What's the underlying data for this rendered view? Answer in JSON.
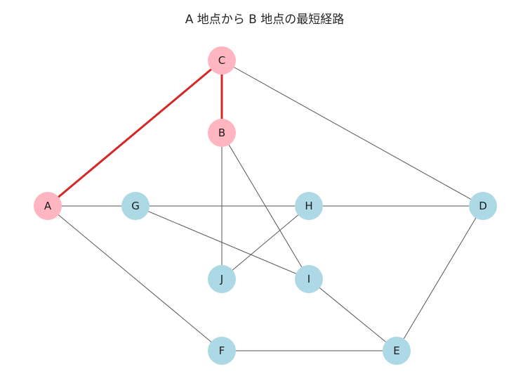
{
  "title": "A 地点から B 地点の最短経路",
  "colors": {
    "path_node": "#ffb6c1",
    "default_node": "#add8e6",
    "path_edge": "#d62728",
    "default_edge": "#555555"
  },
  "graph": {
    "nodes": [
      {
        "id": "A",
        "label": "A",
        "on_path": true
      },
      {
        "id": "B",
        "label": "B",
        "on_path": true
      },
      {
        "id": "C",
        "label": "C",
        "on_path": true
      },
      {
        "id": "D",
        "label": "D",
        "on_path": false
      },
      {
        "id": "E",
        "label": "E",
        "on_path": false
      },
      {
        "id": "F",
        "label": "F",
        "on_path": false
      },
      {
        "id": "G",
        "label": "G",
        "on_path": false
      },
      {
        "id": "H",
        "label": "H",
        "on_path": false
      },
      {
        "id": "I",
        "label": "I",
        "on_path": false
      },
      {
        "id": "J",
        "label": "J",
        "on_path": false
      }
    ],
    "edges": [
      {
        "from": "A",
        "to": "C",
        "on_path": true
      },
      {
        "from": "C",
        "to": "B",
        "on_path": true
      },
      {
        "from": "C",
        "to": "D",
        "on_path": false
      },
      {
        "from": "A",
        "to": "G",
        "on_path": false
      },
      {
        "from": "G",
        "to": "H",
        "on_path": false
      },
      {
        "from": "H",
        "to": "D",
        "on_path": false
      },
      {
        "from": "A",
        "to": "F",
        "on_path": false
      },
      {
        "from": "F",
        "to": "E",
        "on_path": false
      },
      {
        "from": "E",
        "to": "D",
        "on_path": false
      },
      {
        "from": "B",
        "to": "J",
        "on_path": false
      },
      {
        "from": "B",
        "to": "I",
        "on_path": false
      },
      {
        "from": "G",
        "to": "I",
        "on_path": false
      },
      {
        "from": "H",
        "to": "J",
        "on_path": false
      },
      {
        "from": "I",
        "to": "E",
        "on_path": false
      }
    ]
  }
}
